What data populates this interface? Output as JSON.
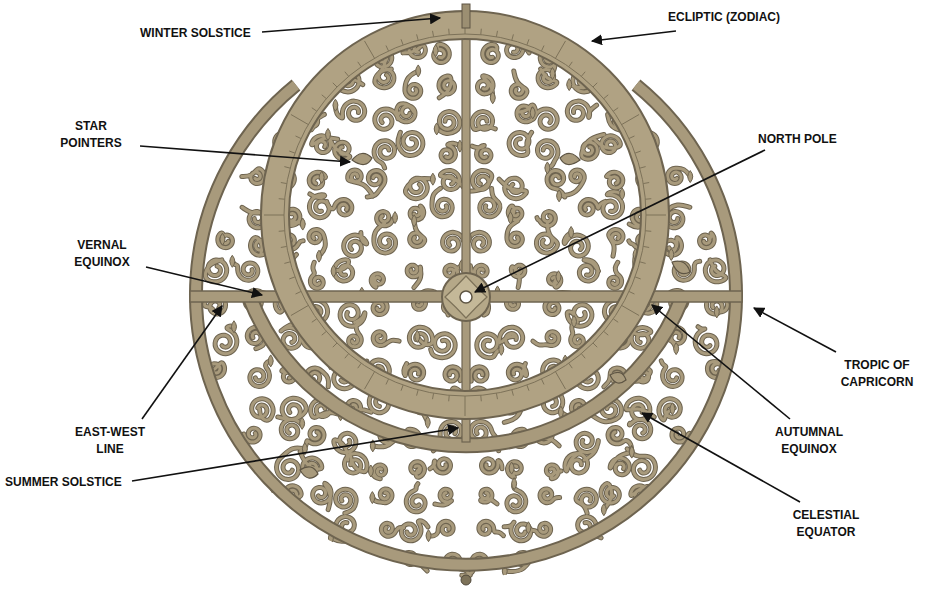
{
  "diagram": {
    "labels": [
      "WINTER SOLSTICE",
      "ECLIPTIC (ZODIAC)",
      "STAR POINTERS",
      "NORTH POLE",
      "VERNAL EQUINOX",
      "EAST-WEST LINE",
      "TROPIC OF CAPRICORN",
      "AUTUMNAL EQUINOX",
      "SUMMER SOLSTICE",
      "CELESTIAL EQUATOR"
    ]
  }
}
